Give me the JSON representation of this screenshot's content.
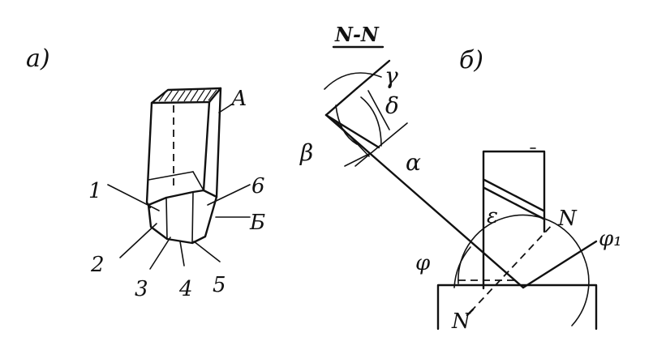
{
  "left_view": {
    "label": "а)",
    "surface_label": "А",
    "secondary_surface_label": "Б",
    "point_labels": [
      "1",
      "2",
      "3",
      "4",
      "5",
      "6"
    ]
  },
  "right_view": {
    "label": "б)",
    "section_label": "N-N",
    "angles": {
      "gamma": "γ",
      "delta": "δ",
      "alpha": "α",
      "beta": "β",
      "epsilon": "ε",
      "phi": "φ",
      "phi1": "φ₁"
    },
    "section_line_labels": [
      "N",
      "N"
    ]
  },
  "colors": {
    "ink": "#111111",
    "paper": "#ffffff"
  }
}
